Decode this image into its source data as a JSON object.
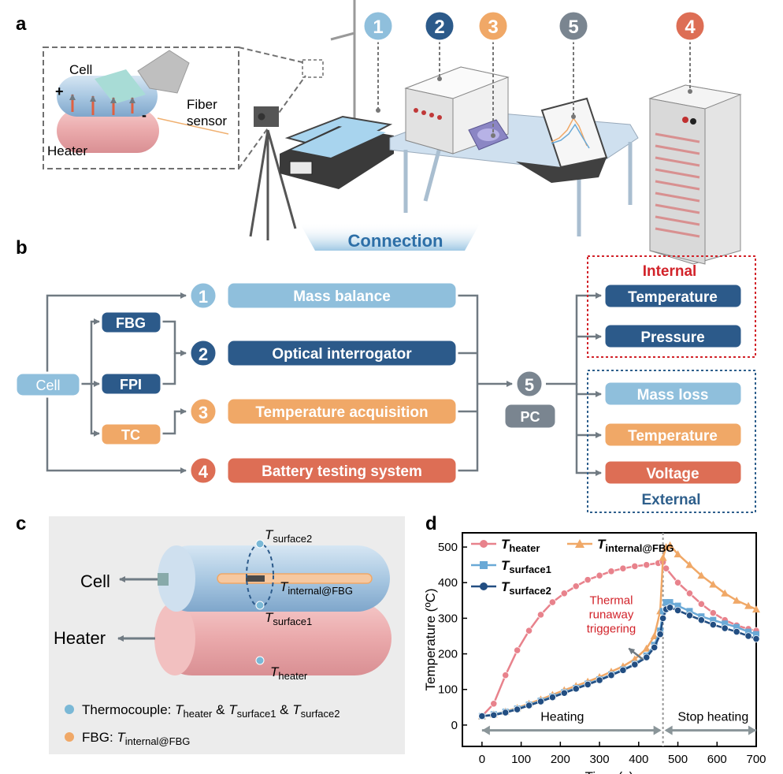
{
  "panel_labels": {
    "a": "a",
    "b": "b",
    "c": "c",
    "d": "d"
  },
  "panel_a": {
    "inset_cell": "Cell",
    "inset_heater": "Heater",
    "inset_fiber_line1": "Fiber",
    "inset_fiber_line2": "sensor",
    "inset_plus": "+",
    "inset_minus": "-",
    "callouts": [
      "1",
      "2",
      "3",
      "5",
      "4"
    ]
  },
  "connection_label": "Connection",
  "panel_b": {
    "cell": "Cell",
    "fbg": "FBG",
    "fpi": "FPI",
    "tc": "TC",
    "nums": [
      "1",
      "2",
      "3",
      "4",
      "5"
    ],
    "mass_balance": "Mass balance",
    "optical_interrogator": "Optical interrogator",
    "temperature_acquisition": "Temperature acquisition",
    "battery_testing_system": "Battery testing system",
    "pc": "PC",
    "internal_title": "Internal",
    "internal_temperature": "Temperature",
    "internal_pressure": "Pressure",
    "external_title": "External",
    "external_mass_loss": "Mass loss",
    "external_temperature": "Temperature",
    "external_voltage": "Voltage",
    "colors": {
      "light_blue": "#8fbfdc",
      "dark_blue": "#2c5a8a",
      "orange": "#f0a867",
      "red": "#dd6e55",
      "gray": "#7a8590",
      "internal_border": "#d2232a",
      "external_border": "#2e5f8c"
    }
  },
  "panel_c": {
    "cell": "Cell",
    "heater": "Heater",
    "T": "T",
    "sub_surface2": "surface2",
    "sub_surface1": "surface1",
    "sub_internal": "internal@FBG",
    "sub_heater": "heater",
    "legend_tc_prefix": "Thermocouple: ",
    "legend_tc_amp": " & ",
    "legend_fbg_prefix": "FBG: "
  },
  "chart_data": {
    "type": "line",
    "xlabel": "Time (s)",
    "ylabel": "Temperature (ºC)",
    "xlim": [
      -50,
      700
    ],
    "ylim": [
      -60,
      540
    ],
    "xticks": [
      0,
      100,
      200,
      300,
      400,
      500,
      600,
      700
    ],
    "yticks": [
      0,
      100,
      200,
      300,
      400,
      500
    ],
    "annotations": {
      "thermal_runaway": [
        "Thermal",
        "runaway",
        "triggering"
      ],
      "heating": "Heating",
      "stop_heating": "Stop heating"
    },
    "event_x": 462,
    "series": [
      {
        "name": "T_heater",
        "label_main": "T",
        "label_sub": "heater",
        "color": "#e8828c",
        "marker": "circle",
        "x": [
          0,
          30,
          60,
          90,
          120,
          150,
          180,
          210,
          240,
          270,
          300,
          330,
          360,
          390,
          420,
          450,
          462,
          470,
          500,
          530,
          560,
          590,
          620,
          650,
          680,
          700
        ],
        "y": [
          25,
          60,
          140,
          210,
          265,
          310,
          345,
          370,
          390,
          408,
          420,
          432,
          440,
          446,
          450,
          455,
          458,
          440,
          400,
          370,
          340,
          315,
          295,
          280,
          270,
          265
        ]
      },
      {
        "name": "T_internal@FBG",
        "label_main": "T",
        "label_sub": "internal@FBG",
        "color": "#f0a867",
        "marker": "triangle",
        "x": [
          0,
          30,
          60,
          90,
          120,
          150,
          180,
          210,
          240,
          270,
          300,
          330,
          360,
          390,
          420,
          440,
          455,
          462,
          470,
          480,
          500,
          530,
          560,
          590,
          620,
          650,
          680,
          700
        ],
        "y": [
          25,
          30,
          38,
          48,
          60,
          72,
          85,
          98,
          110,
          122,
          135,
          150,
          165,
          185,
          215,
          250,
          320,
          470,
          500,
          505,
          480,
          450,
          420,
          395,
          370,
          350,
          335,
          325
        ]
      },
      {
        "name": "T_surface1",
        "label_main": "T",
        "label_sub": "surface1",
        "color": "#6aa9d6",
        "marker": "square",
        "x": [
          0,
          30,
          60,
          90,
          120,
          150,
          180,
          210,
          240,
          270,
          300,
          330,
          360,
          390,
          420,
          440,
          455,
          462,
          470,
          480,
          500,
          530,
          560,
          590,
          620,
          650,
          680,
          700
        ],
        "y": [
          25,
          30,
          37,
          46,
          57,
          68,
          80,
          92,
          104,
          116,
          128,
          142,
          156,
          172,
          195,
          225,
          265,
          320,
          345,
          345,
          335,
          320,
          305,
          295,
          285,
          275,
          262,
          255
        ]
      },
      {
        "name": "T_surface2",
        "label_main": "T",
        "label_sub": "surface2",
        "color": "#224e82",
        "marker": "circle",
        "x": [
          0,
          30,
          60,
          90,
          120,
          150,
          180,
          210,
          240,
          270,
          300,
          330,
          360,
          390,
          420,
          440,
          455,
          462,
          470,
          480,
          500,
          530,
          560,
          590,
          620,
          650,
          680,
          700
        ],
        "y": [
          25,
          28,
          35,
          44,
          55,
          66,
          78,
          90,
          102,
          114,
          126,
          140,
          154,
          170,
          190,
          218,
          255,
          300,
          325,
          330,
          322,
          308,
          295,
          282,
          272,
          262,
          250,
          242
        ]
      }
    ]
  }
}
